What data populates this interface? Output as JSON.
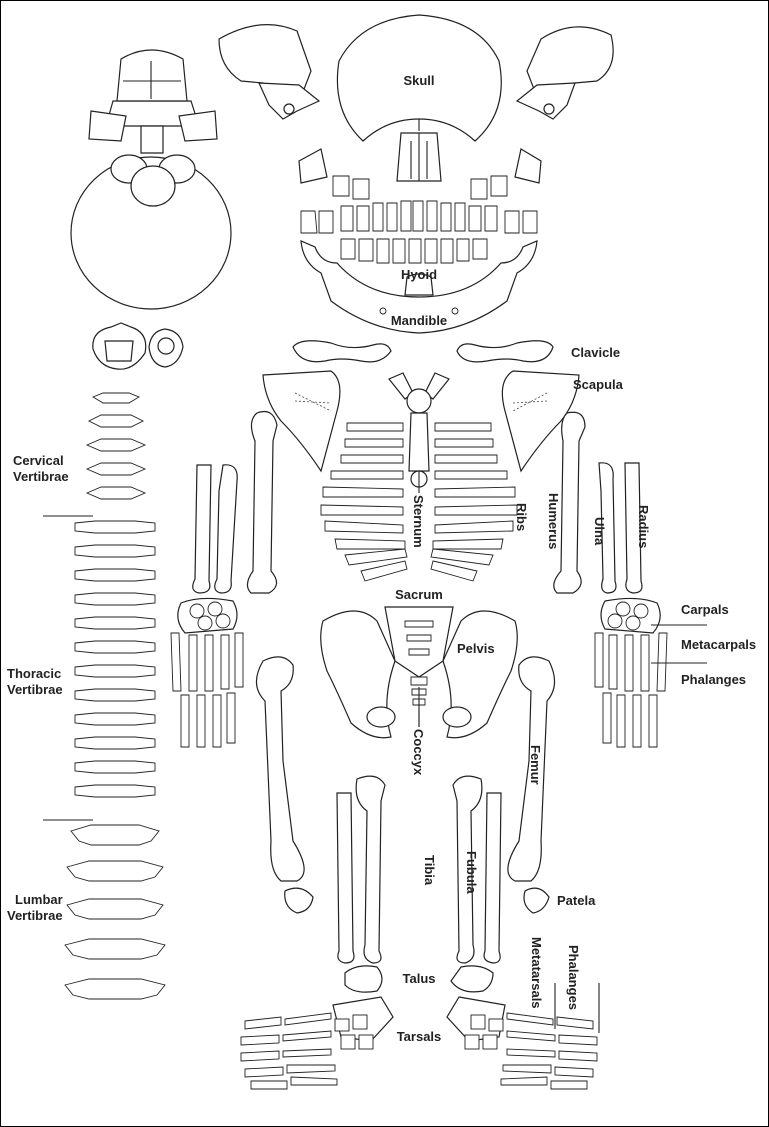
{
  "labels": {
    "skull": "Skull",
    "hyoid": "Hyoid",
    "mandible": "Mandible",
    "clavicle": "Clavicle",
    "scapula": "Scapula",
    "cervical_1": "Cervical",
    "cervical_2": "Vertibrae",
    "thoracic_1": "Thoracic",
    "thoracic_2": "Vertibrae",
    "lumbar_1": "Lumbar",
    "lumbar_2": "Vertibrae",
    "sternum": "Sternum",
    "ribs": "Ribs",
    "humerus": "Humerus",
    "ulna": "Ulna",
    "radius": "Radius",
    "sacrum": "Sacrum",
    "pelvis": "Pelvis",
    "coccyx": "Coccyx",
    "carpals": "Carpals",
    "metacarpals": "Metacarpals",
    "phalanges_hand": "Phalanges",
    "femur": "Femur",
    "tibia": "Tibia",
    "fubula": "Fubula",
    "patela": "Patela",
    "talus": "Talus",
    "tarsals": "Tarsals",
    "metatarsals": "Metatarsals",
    "phalanges_foot": "Phalanges"
  }
}
